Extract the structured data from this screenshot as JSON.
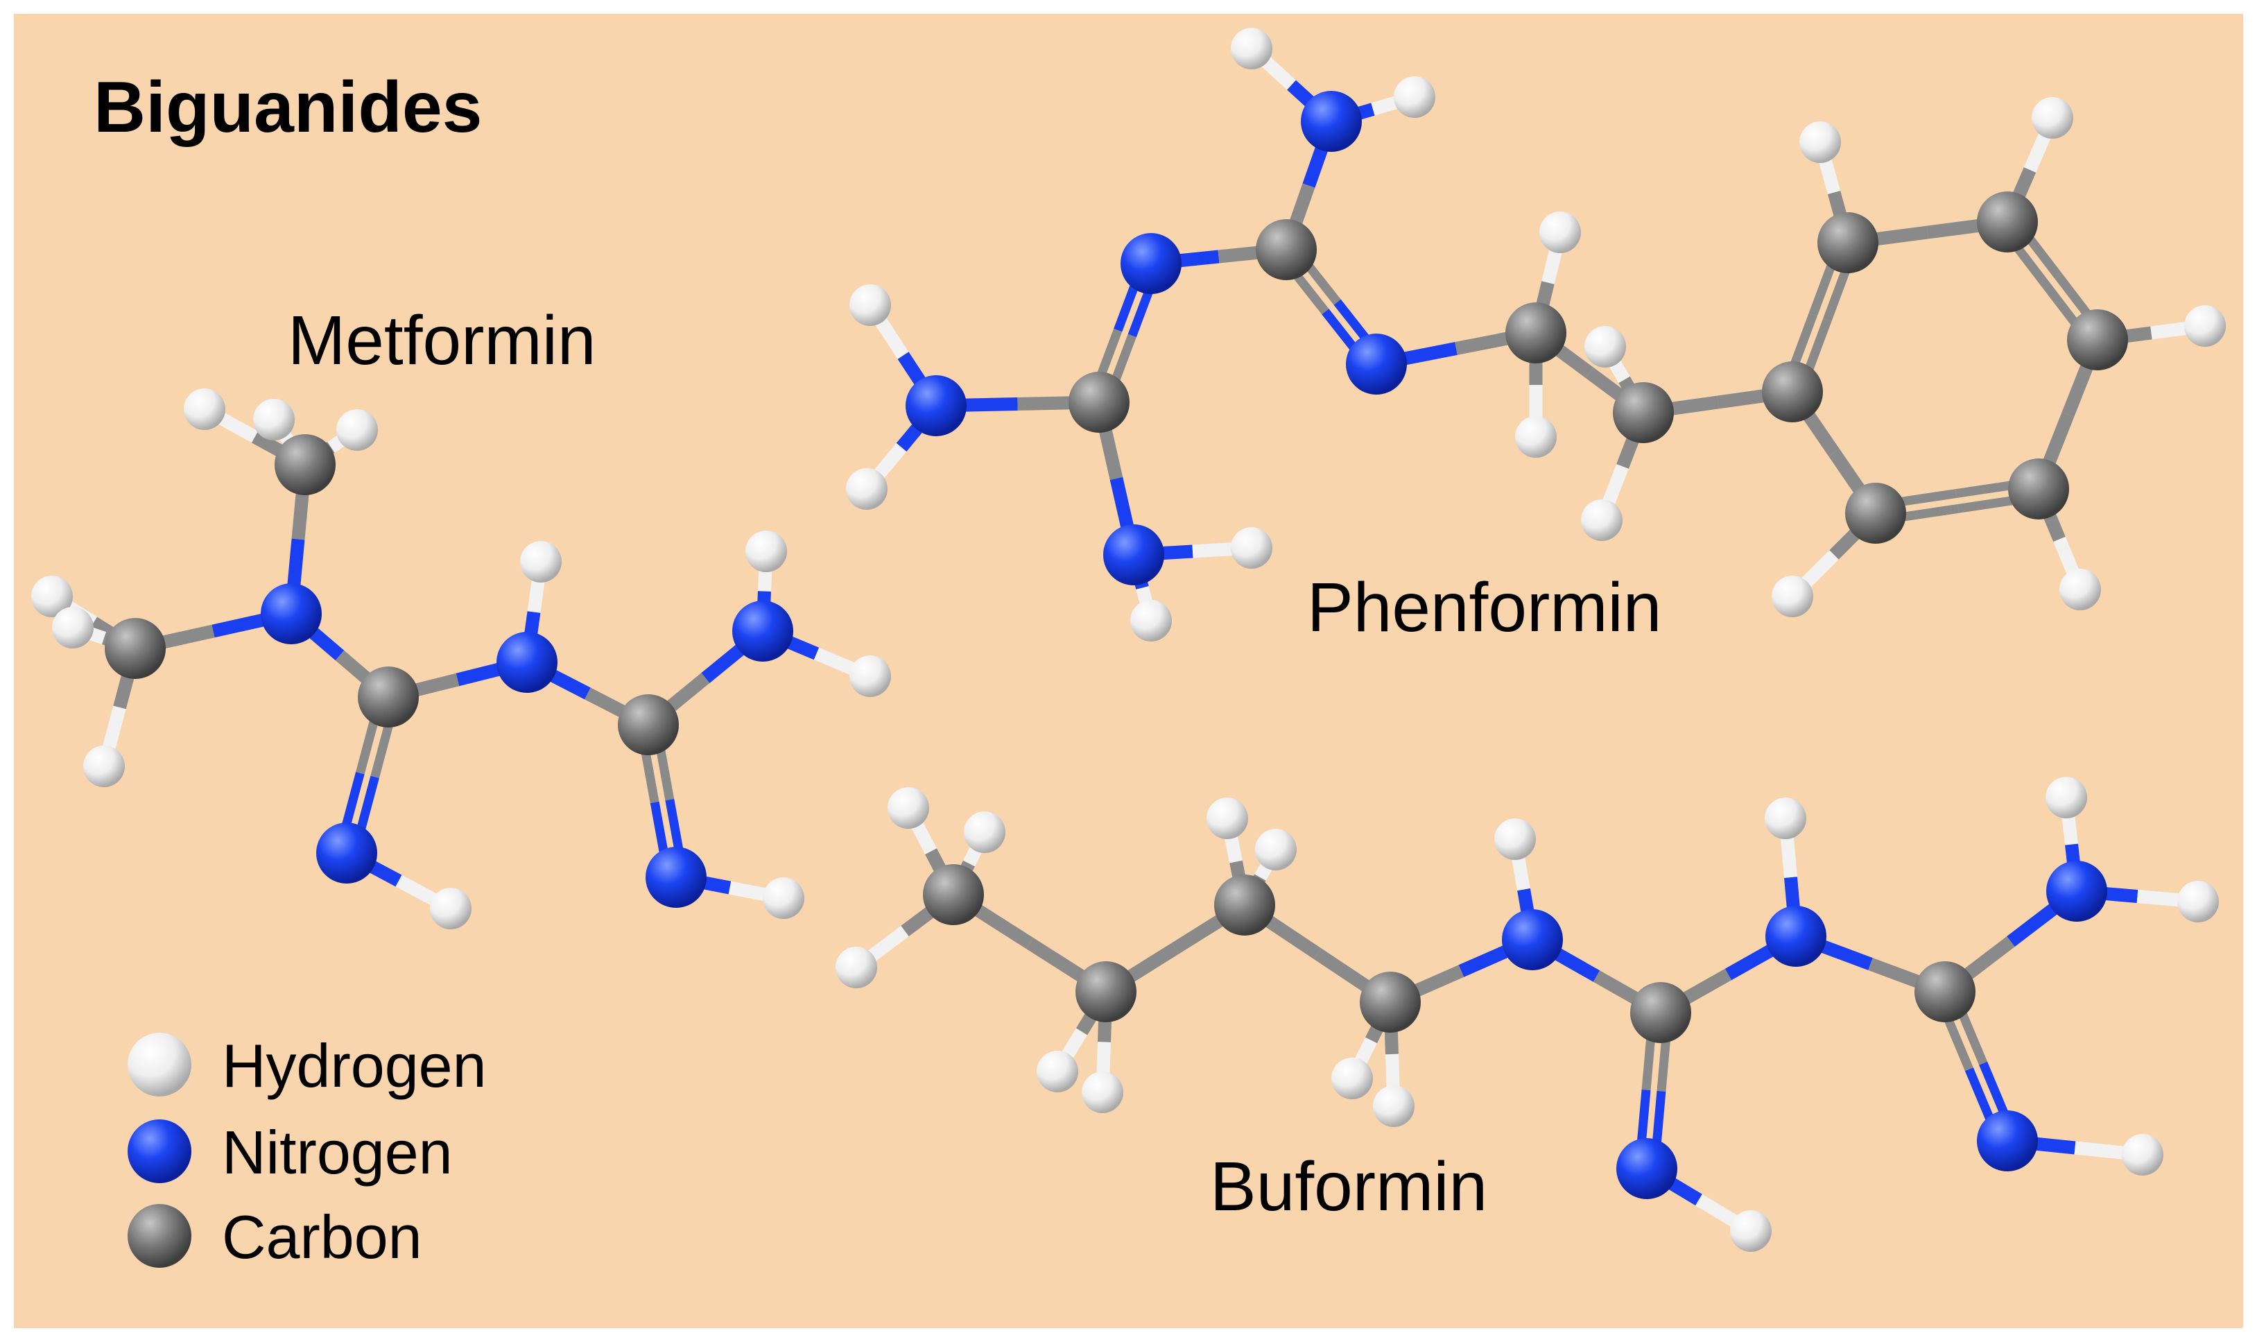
{
  "title": "Biguanides",
  "molecules": [
    {
      "id": "metformin",
      "name": "Metformin"
    },
    {
      "id": "phenformin",
      "name": "Phenformin"
    },
    {
      "id": "buformin",
      "name": "Buformin"
    }
  ],
  "legend": [
    {
      "label": "Hydrogen",
      "element": "H"
    },
    {
      "label": "Nitrogen",
      "element": "N"
    },
    {
      "label": "Carbon",
      "element": "C"
    }
  ],
  "colors": {
    "background": "#f8d5ad",
    "hydrogen": "#f2f2f2",
    "nitrogen": "#1a3ff0",
    "carbon": "#7a7a7a",
    "bond_carbon": "#8a8a8a"
  }
}
